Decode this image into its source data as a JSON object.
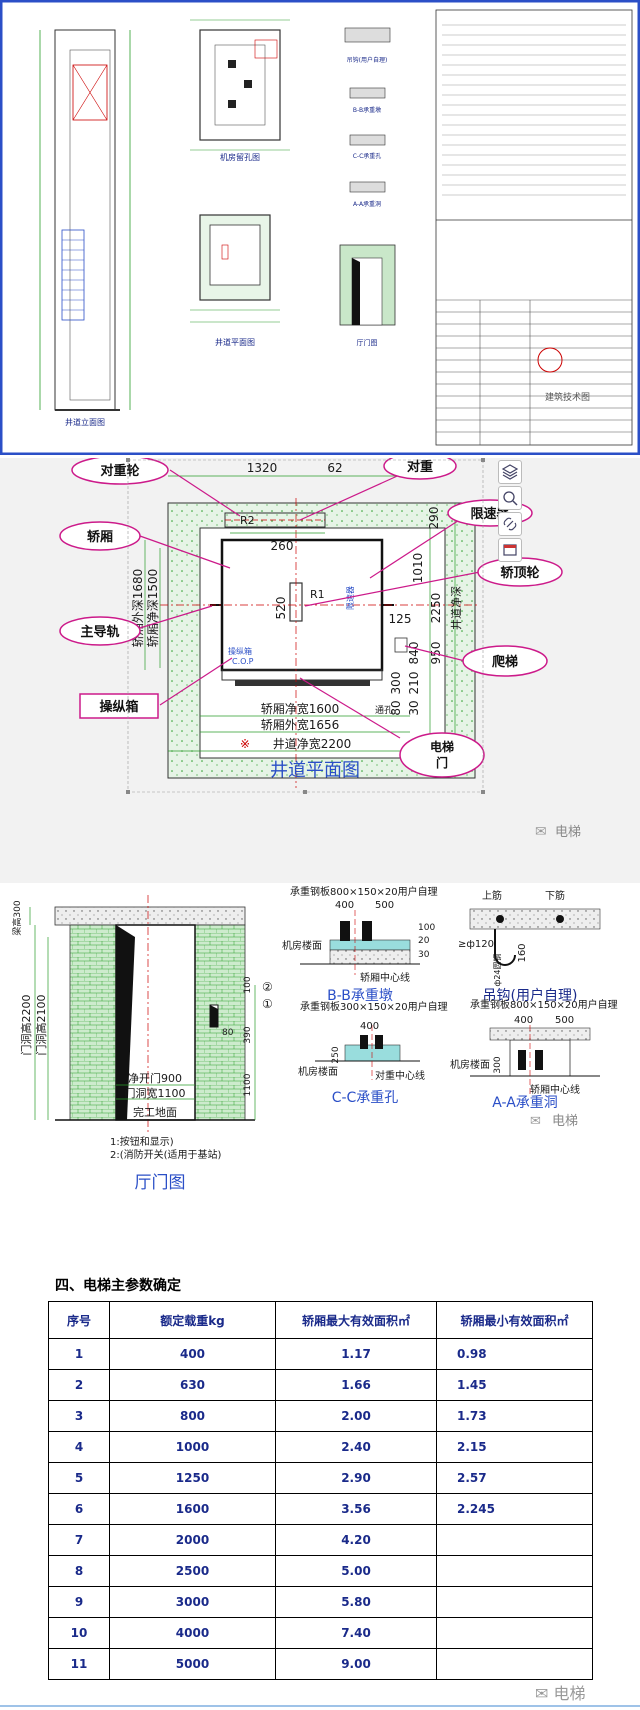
{
  "panel1": {
    "labels": {
      "shaft_section": "井道立面图",
      "machine_room": "机房留孔图",
      "shaft_plan": "井道平面图",
      "hall_door": "厅门图",
      "hook": "吊钩(用户自理)",
      "bb": "B-B承重墩",
      "cc": "C-C承重孔",
      "aa": "A-A承重洞"
    },
    "watermark": "建筑技术图"
  },
  "panel2": {
    "title": "井道平面图",
    "watermark": "电梯",
    "dims": {
      "top1": "1320",
      "top2": "62",
      "d260": "260",
      "d520": "520",
      "d290": "290",
      "d1010": "1010",
      "d2250": "2250",
      "d125": "125",
      "d840": "840",
      "d950": "950",
      "d300": "300",
      "d210": "210",
      "d80": "80",
      "d30": "30",
      "car_in_depth": "轿厢净深1500",
      "car_out_depth": "轿厢外深1680",
      "car_in_w": "轿厢净宽1600",
      "car_out_w": "轿厢外宽1656",
      "shaft_w": "井道净宽2200",
      "shaft_d": "井道净深",
      "r1": "R1",
      "r2": "R2",
      "gs": "限速器",
      "cop": "操纵箱",
      "cop2": "C.O.P",
      "cwl": "对重导轨",
      "pit": "通孔"
    },
    "callouts": {
      "cw_sheave": "对重轮",
      "cw": "对重",
      "car": "轿厢",
      "governor": "限速器",
      "car_sheave": "轿顶轮",
      "main_rail": "主导轨",
      "ladder": "爬梯",
      "cop": "操纵箱",
      "door": "电梯门"
    },
    "tools": [
      "layers-icon",
      "zoom-icon",
      "link-icon",
      "window-icon"
    ]
  },
  "panel3": {
    "watermark": "电梯",
    "hall_door": {
      "title": "厅门图",
      "d300": "梁高300",
      "h2200": "门洞高2200",
      "h2100": "门洞高2100",
      "w900": "净开门900",
      "w1100": "门洞宽1100",
      "floor": "完工地面",
      "n1": "①",
      "n2": "②",
      "d100": "100",
      "d390": "390",
      "d1100": "1100",
      "d80": "80",
      "note1": "1:按钮和显示)",
      "note2": "2:(消防开关(适用于基站)"
    },
    "bb": {
      "title": "B-B承重墩",
      "plate": "承重钢板800×150×20用户自理",
      "d400": "400",
      "d500": "500",
      "d100": "100",
      "d20": "20",
      "d30": "30",
      "floor": "机房楼面",
      "center": "轿厢中心线"
    },
    "hook": {
      "title": "吊钩(用户自理)",
      "beam": "上筋",
      "beam2": "下筋",
      "rod": "≥ф120",
      "d160": "160",
      "bar": "ф24圆钢"
    },
    "cc": {
      "title": "C-C承重孔",
      "plate": "承重钢板300×150×20用户自理",
      "d400": "400",
      "d250": "250",
      "floor": "机房楼面",
      "center": "对重中心线"
    },
    "aa": {
      "title": "A-A承重洞",
      "plate": "承重钢板800×150×20用户自理",
      "d400": "400",
      "d500": "500",
      "d300": "300",
      "floor": "机房楼面",
      "center": "轿厢中心线"
    }
  },
  "panel4": {
    "title": "四、电梯主参数确定",
    "headers": [
      "序号",
      "额定载重kg",
      "轿厢最大有效面积㎡",
      "轿厢最小有效面积㎡"
    ],
    "rows": [
      [
        "1",
        "400",
        "1.17",
        "0.98"
      ],
      [
        "2",
        "630",
        "1.66",
        "1.45"
      ],
      [
        "3",
        "800",
        "2.00",
        "1.73"
      ],
      [
        "4",
        "1000",
        "2.40",
        "2.15"
      ],
      [
        "5",
        "1250",
        "2.90",
        "2.57"
      ],
      [
        "6",
        "1600",
        "3.56",
        "2.245"
      ],
      [
        "7",
        "2000",
        "4.20",
        ""
      ],
      [
        "8",
        "2500",
        "5.00",
        ""
      ],
      [
        "9",
        "3000",
        "5.80",
        ""
      ],
      [
        "10",
        "4000",
        "7.40",
        ""
      ],
      [
        "11",
        "5000",
        "9.00",
        ""
      ]
    ],
    "watermark": "电梯"
  }
}
